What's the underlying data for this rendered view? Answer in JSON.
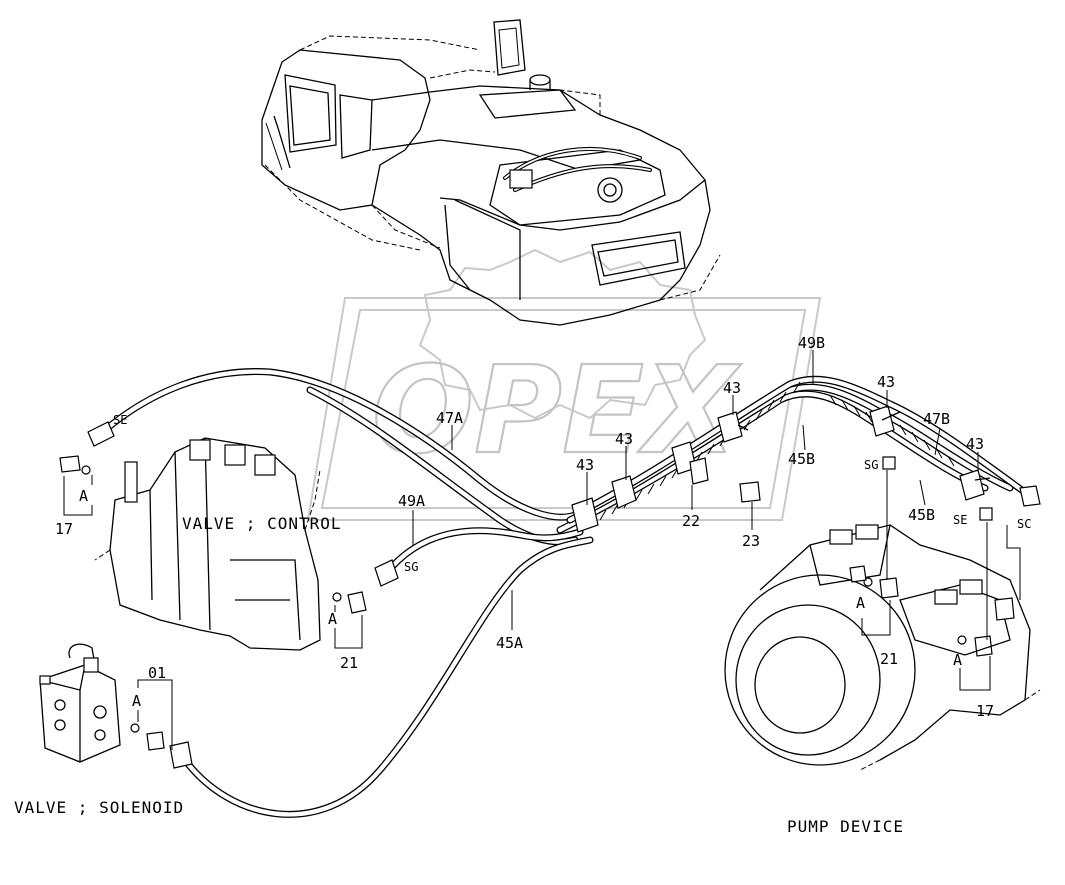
{
  "watermark": {
    "text": "OPEX"
  },
  "components": {
    "valve_control": "VALVE ; CONTROL",
    "valve_solenoid": "VALVE ; SOLENOID",
    "pump_device": "PUMP DEVICE"
  },
  "callouts": {
    "c_49B": "49B",
    "c_43_a": "43",
    "c_43_b": "43",
    "c_43_c": "43",
    "c_43_d": "43",
    "c_43_e": "43",
    "c_47A": "47A",
    "c_47B": "47B",
    "c_45B_a": "45B",
    "c_45B_b": "45B",
    "c_49A": "49A",
    "c_45A": "45A",
    "c_22": "22",
    "c_23": "23",
    "c_21_a": "21",
    "c_21_b": "21",
    "c_17_a": "17",
    "c_17_b": "17",
    "c_01": "01",
    "c_A1": "A",
    "c_A2": "A",
    "c_A3": "A",
    "c_A4": "A",
    "c_A5": "A"
  },
  "ports": {
    "se_1": "SE",
    "se_2": "SE",
    "sg_1": "SG",
    "sg_2": "SG",
    "sc_1": "SC"
  }
}
